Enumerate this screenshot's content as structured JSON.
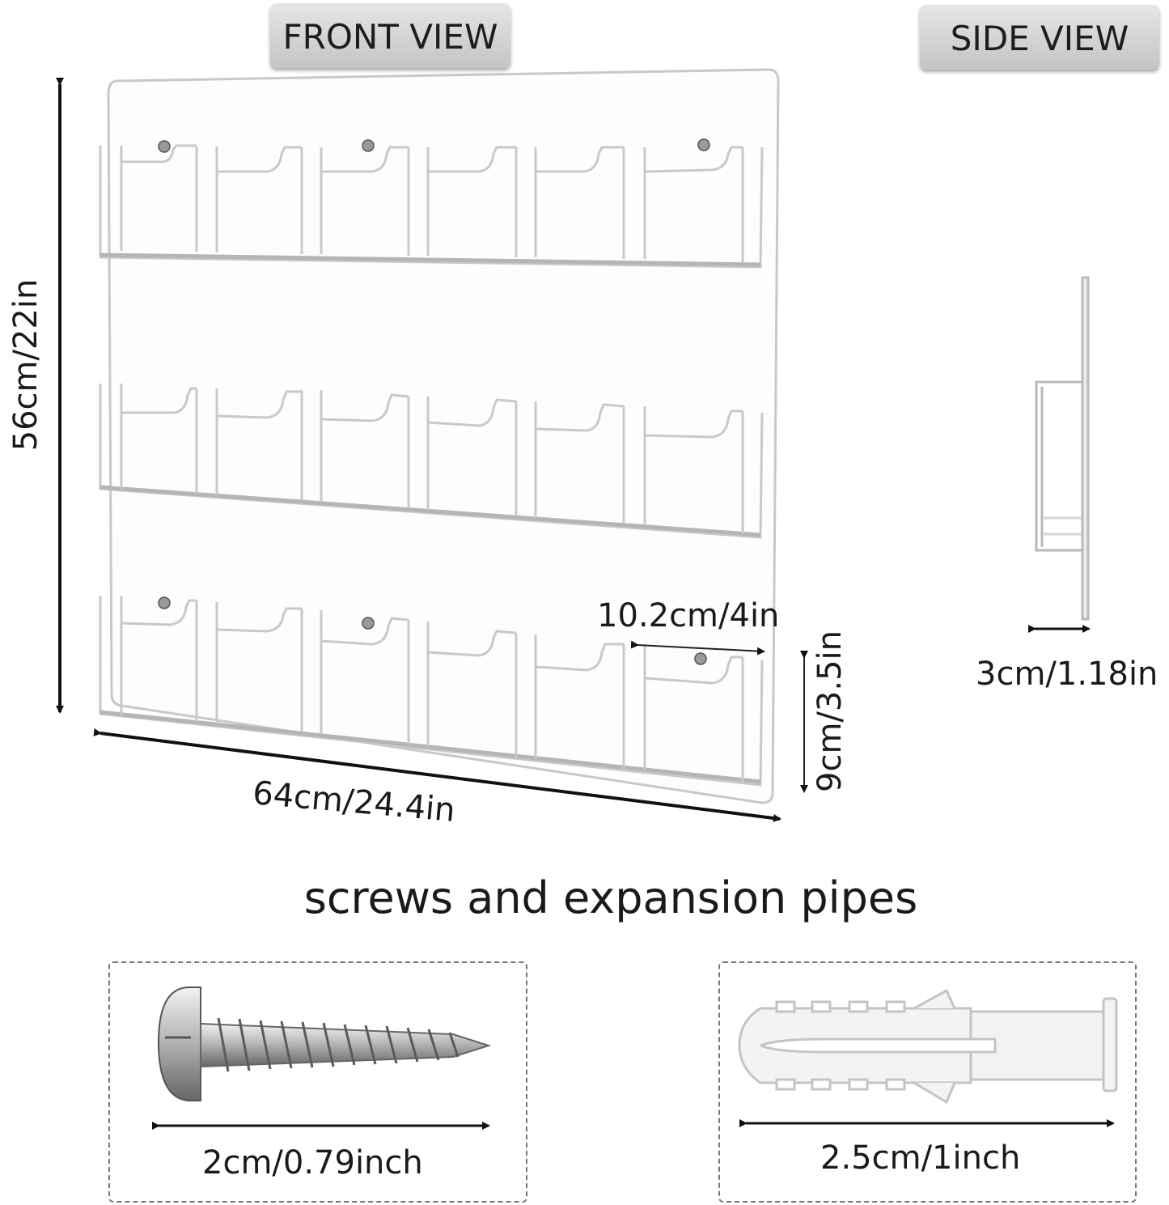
{
  "labels": {
    "front_view": "FRONT VIEW",
    "side_view": "SIDE VIEW"
  },
  "dimensions": {
    "height": "56cm/22in",
    "width": "64cm/24.4in",
    "pocket_width": "10.2cm/4in",
    "pocket_height": "9cm/3.5in",
    "depth": "3cm/1.18in"
  },
  "accessories": {
    "heading": "screws and expansion pipes",
    "screw_length": "2cm/0.79inch",
    "anchor_length": "2.5cm/1inch"
  }
}
